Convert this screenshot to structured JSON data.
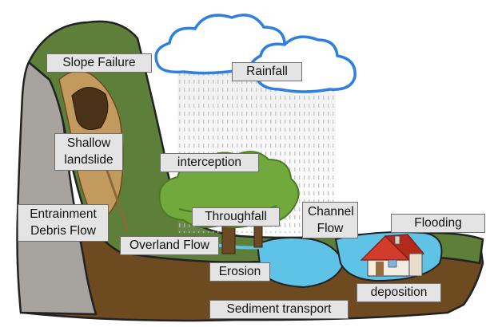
{
  "labels": {
    "slope_failure": "Slope Failure",
    "rainfall": "Rainfall",
    "shallow_landslide": "Shallow landslide",
    "interception": "interception",
    "entrainment_debris_flow": "Entrainment Debris Flow",
    "throughfall": "Throughfall",
    "channel_flow": "Channel Flow",
    "flooding": "Flooding",
    "overland_flow": "Overland Flow",
    "erosion": "Erosion",
    "deposition": "deposition",
    "sediment_transport": "Sediment transport"
  },
  "colors": {
    "hillside_green": "#5e7f3a",
    "rock_grey": "#a7a4a0",
    "soil_brown": "#6e4a21",
    "water_blue": "#5fc3e8",
    "cloud_outline": "#2f7fe0",
    "tree_green": "#72a93c",
    "rain_grey": "#bdbdbd"
  }
}
